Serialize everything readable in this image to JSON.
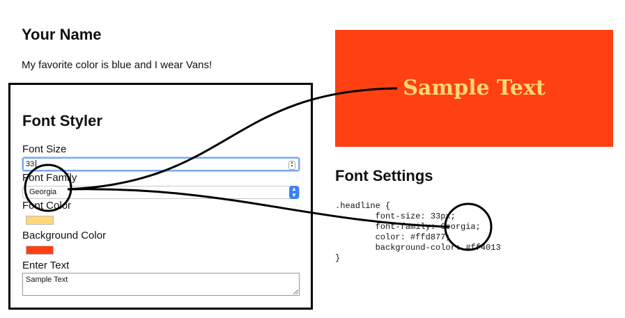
{
  "header": {
    "name": "Your Name",
    "intro": "My favorite color is blue and I wear Vans!"
  },
  "styler": {
    "title": "Font Styler",
    "font_size_label": "Font Size",
    "font_size_value": "33",
    "font_family_label": "Font Family",
    "font_family_value": "Georgia",
    "font_color_label": "Font Color",
    "font_color": "#ffd877",
    "background_color_label": "Background Color",
    "background_color": "#ff4013",
    "enter_text_label": "Enter Text",
    "enter_text_value": "Sample Text"
  },
  "preview": {
    "text": "Sample Text"
  },
  "settings": {
    "title": "Font Settings",
    "code_lines": [
      ".headline {",
      "        font-size: 33px;",
      "        font-family: Georgia;",
      "        color: #ffd877;",
      "        background-color: #ff4013",
      "}"
    ]
  },
  "icons": {
    "number_spinner": "stepper-arrows-icon",
    "select_arrow": "chevron-updown-icon",
    "resize": "resize-grip-icon"
  }
}
